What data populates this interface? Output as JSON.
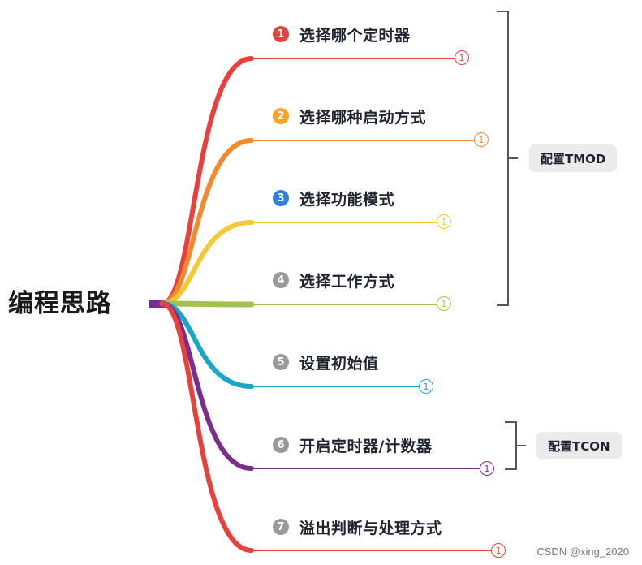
{
  "root": {
    "label": "编程思路"
  },
  "branches": [
    {
      "number": "1",
      "label": "选择哪个定时器",
      "color": "#e8413b",
      "badge": "1"
    },
    {
      "number": "2",
      "label": "选择哪种启动方式",
      "color": "#f5a623",
      "badge": "1"
    },
    {
      "number": "3",
      "label": "选择功能模式",
      "color": "#2f7ee8",
      "badge": "1"
    },
    {
      "number": "4",
      "label": "选择工作方式",
      "color": "#9a9a9a",
      "badge": "1"
    },
    {
      "number": "5",
      "label": "设置初始值",
      "color": "#9a9a9a",
      "badge": "1"
    },
    {
      "number": "6",
      "label": "开启定时器/计数器",
      "color": "#9a9a9a",
      "badge": "1"
    },
    {
      "number": "7",
      "label": "溢出判断与处理方式",
      "color": "#9a9a9a",
      "badge": "1"
    }
  ],
  "line_colors": [
    "#e8413b",
    "#f28a30",
    "#f5c935",
    "#a5c052",
    "#1aa6c8",
    "#7c2b8f",
    "#e8413b"
  ],
  "root_stub_color": "#7c2b8f",
  "groups": [
    {
      "label": "配置TMOD",
      "spans": "1-4"
    },
    {
      "label": "配置TCON",
      "spans": "6"
    }
  ],
  "watermark": "CSDN @xing_2020"
}
